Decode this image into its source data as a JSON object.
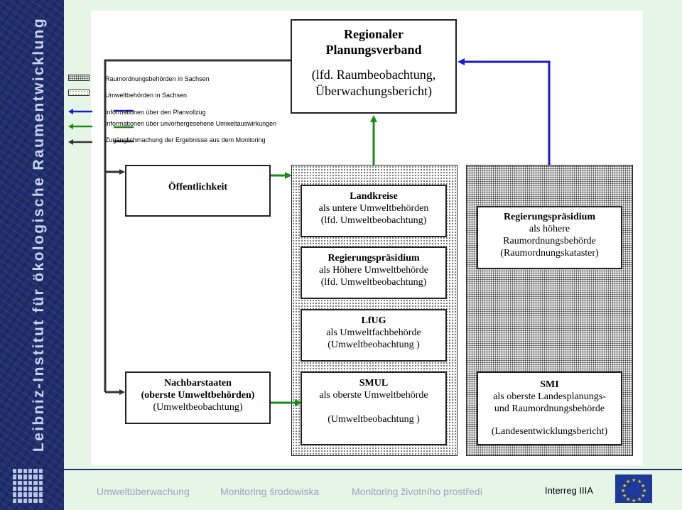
{
  "sidebar": {
    "title": "Leibniz-Institut für ökologische Raumentwicklung"
  },
  "legend": {
    "raumordnung": "Raumordnungsbehörden in Sachsen",
    "umwelt": "Umweltbehörden in Sachsen",
    "planvollzug": "Informationen über den Planvollzug",
    "umweltwirkungen": "Informationen über unvorhergesehene Umweltauswirkungen",
    "zugang": "Zugänglichmachung der Ergebnisse aus dem Monitoring"
  },
  "boxes": {
    "rpv": {
      "title1": "Regionaler",
      "title2": "Planungsverband",
      "sub1": "(lfd. Raumbeobachtung,",
      "sub2": "Überwachungsbericht)"
    },
    "oeff": {
      "title": "Öffentlichkeit"
    },
    "landkreise": {
      "title": "Landkreise",
      "l1": "als untere Umweltbehörden",
      "l2": "(lfd. Umweltbeobachtung)"
    },
    "rp_umwelt": {
      "title": "Regierungspräsidium",
      "l1": "als Höhere Umweltbehörde",
      "l2": "(lfd. Umweltbeobachtung)"
    },
    "lfug": {
      "title": "LfUG",
      "l1": "als Umweltfachbehörde",
      "l2": "(Umweltbeobachtung )"
    },
    "smul": {
      "title": "SMUL",
      "l1": "als oberste Umweltbehörde",
      "l2": "(Umweltbeobachtung )"
    },
    "rp_raum": {
      "title": "Regierungspräsidium",
      "l1": "als höhere",
      "l2": "Raumordnungsbehörde",
      "l3": "(Raumordnungskataster)"
    },
    "smi": {
      "title": "SMI",
      "l1": "als oberste Landesplanungs-",
      "l2": "und Raumordnungsbehörde",
      "l3": "(Landesentwicklungsbericht)"
    },
    "nachbar": {
      "title1": "Nachbarstaaten",
      "title2": "(oberste Umweltbehörden)",
      "l1": "(Umweltbeobachtung)"
    }
  },
  "colors": {
    "blue": "#1a1acc",
    "green": "#1a8a1a",
    "black": "#333333",
    "sidebar": "#1f2f6e"
  },
  "footer": {
    "items": [
      "Umweltüberwachung",
      "Monitoring środowiska",
      "Monitoring životního prostředí"
    ],
    "interreg": "Interreg IIIA",
    "flag": "eu-flag-icon"
  }
}
